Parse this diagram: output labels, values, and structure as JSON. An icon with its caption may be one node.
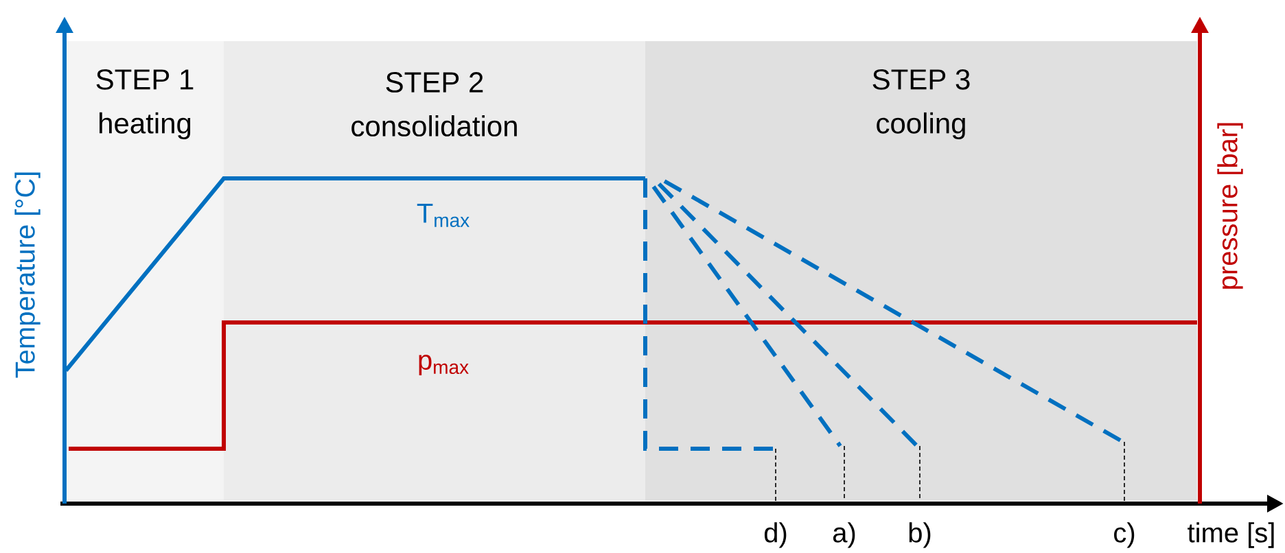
{
  "diagram": {
    "nodes": [
      {
        "text": [
          "STEP 1",
          "heating"
        ]
      },
      {
        "text": [
          "STEP 2",
          "consolidation"
        ]
      },
      {
        "text": [
          "STEP 3",
          "cooling"
        ]
      }
    ],
    "labels": [
      "Temperature [°C]",
      "pressure [bar]",
      "T$_{max}$",
      "p$_{max}$",
      "d)",
      "a)",
      "b)",
      "c)",
      "time [s]"
    ]
  }
}
